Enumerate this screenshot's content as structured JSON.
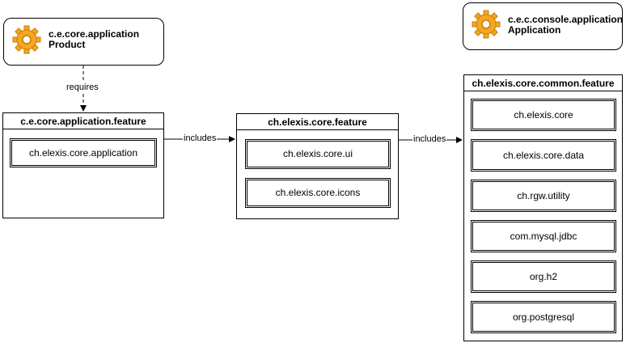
{
  "nodes": {
    "product": {
      "line1": "c.e.core.application",
      "line2": "Product",
      "icon": "gear-icon"
    },
    "console_app": {
      "line1": "c.e.c.console.application",
      "line2": "Application",
      "icon": "gear-icon"
    }
  },
  "features": {
    "app_feature": {
      "title": "c.e.core.application.feature",
      "items": [
        "ch.elexis.core.application"
      ]
    },
    "core_feature": {
      "title": "ch.elexis.core.feature",
      "items": [
        "ch.elexis.core.ui",
        "ch.elexis.core.icons"
      ]
    },
    "common_feature": {
      "title": "ch.elexis.core.common.feature",
      "items": [
        "ch.elexis.core",
        "ch.elexis.core.data",
        "ch.rgw.utility",
        "com.mysql.jdbc",
        "org.h2",
        "org.postgresql"
      ]
    }
  },
  "edges": {
    "requires": "requires",
    "includes_1": "includes",
    "includes_2": "includes"
  },
  "colors": {
    "gear_fill": "#F5A623",
    "gear_dark": "#C97D00",
    "line": "#000000"
  }
}
